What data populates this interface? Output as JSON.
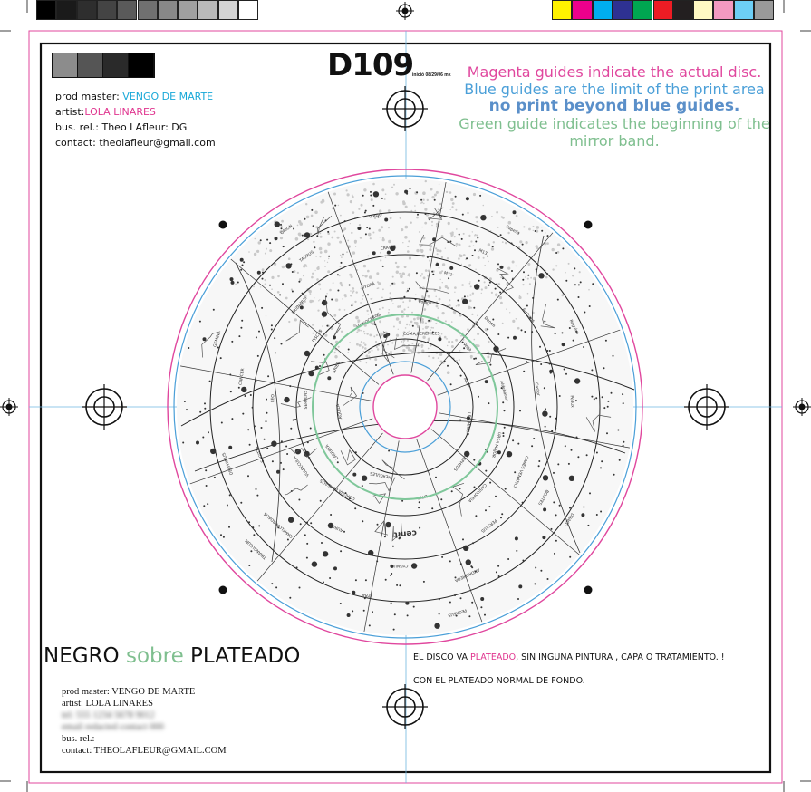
{
  "colors": {
    "magenta": "#e0479e",
    "blue": "#4a9fd8",
    "blue_bold": "#5a8fc9",
    "green": "#7fc79a",
    "cyan_text": "#18a8d8",
    "magenta_text": "#e0358f",
    "green_text": "#7fbf8f",
    "registration": "#111111"
  },
  "color_bar": {
    "gray_steps": [
      "#000000",
      "#1a1a1a",
      "#2e2e2e",
      "#444444",
      "#5a5a5a",
      "#707070",
      "#888888",
      "#a0a0a0",
      "#b9b9b9",
      "#d4d4d4",
      "#ffffff"
    ],
    "process_colors": [
      "#fff200",
      "#ec008c",
      "#00aeef",
      "#2e3192",
      "#00a651",
      "#ed1c24",
      "#231f20",
      "#fff9c4",
      "#f49ac1",
      "#6dcff6",
      "#9a9a9a"
    ]
  },
  "header": {
    "code": "D109",
    "init_note": "inició 08/29/06 mk",
    "swatches": [
      "#8c8c8c",
      "#555555",
      "#2a2a2a",
      "#000000"
    ]
  },
  "guide_notes": {
    "magenta": "Magenta guides indicate the actual disc.",
    "blue": "Blue guides are the limit of the print area",
    "blue_bold": "no print beyond blue guides.",
    "green_1": "Green guide indicates the beginning of the",
    "green_2": "mirror band."
  },
  "info": {
    "prod_master_label": "prod master: ",
    "prod_master_value": "VENGO DE MARTE",
    "artist_label": "artist:",
    "artist_value": "LOLA LINARES",
    "bus_rel": "bus. rel.: Theo LAfleur: DG",
    "contact": "contact: theolafleur@gmail.com"
  },
  "bottom": {
    "title_part1": "NEGRO ",
    "title_part2": "sobre",
    "title_part3": " PLATEADO",
    "note1_a": "EL DISCO VA ",
    "note1_b": "PLATEADO",
    "note1_c": ", SIN INGUNA PINTURA , CAPA O TRATAMIENTO. !",
    "note2": "CON EL PLATEADO NORMAL DE FONDO.",
    "prod_master": "prod master: VENGO DE MARTE",
    "artist": "artist: LOLA LINARES",
    "blur1": "tel: 555 1234 5678 9012",
    "blur2": "email redacted contact 000",
    "bus_rel": "bus. rel.:",
    "contact": "contact: THEOLAFLEUR@GMAIL.COM"
  },
  "disc_art": {
    "labels": [
      "LEO MINOR",
      "URSA MAJOR",
      "CANES VENATICI",
      "BOOTES",
      "DRACO",
      "CEPHEUS",
      "CASSIOPEIA",
      "PERSEUS",
      "ANDROMEDA",
      "PEGASUS",
      "LYNX",
      "cenit",
      "CYGNUS",
      "LYRA",
      "HERCULES",
      "CORONA BOREALIS",
      "AURIGA",
      "CAMELOPARDALIS",
      "TRIANGULUM",
      "LACERTA",
      "VULPECULA",
      "SAGITTA",
      "DELPHINUS",
      "AQUILA",
      "SERPENS",
      "LEO",
      "CANCER",
      "GEMINI",
      "ARIES",
      "PISCES",
      "ERIDANUS",
      "TAURUS",
      "ORION",
      "MONOCEROS",
      "HYDRA",
      "CRATER",
      "VIRGO",
      "COMA BERENICES",
      "Polaris",
      "M31",
      "M13",
      "Capella",
      "Vega",
      "Deneb",
      "Arcturus",
      "Regulus",
      "Altair",
      "Aldebaran",
      "Castor",
      "Pollux"
    ]
  }
}
